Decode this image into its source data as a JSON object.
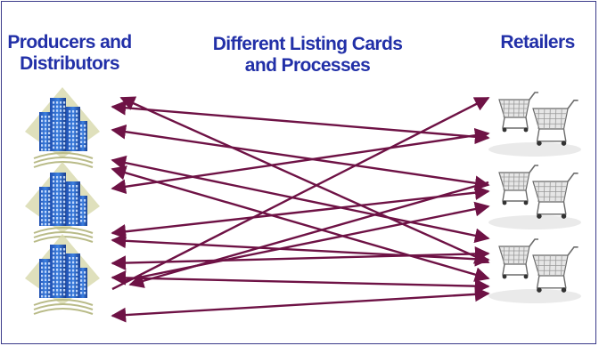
{
  "headings": {
    "left": "Producers and\nDistributors",
    "middle": "Different Listing Cards\nand Processes",
    "right": "Retailers"
  },
  "icons": {
    "producer": "office-building-icon",
    "retailer": "shopping-carts-icon"
  },
  "colors": {
    "heading": "#2230a8",
    "arrow": "#6e1245",
    "building": "#2f66c8",
    "diamond": "#d9dbb0",
    "border": "#3a3a8a"
  },
  "producers": [
    {
      "name": "producer-1"
    },
    {
      "name": "producer-2"
    },
    {
      "name": "producer-3"
    }
  ],
  "retailers": [
    {
      "name": "retailer-1"
    },
    {
      "name": "retailer-2"
    },
    {
      "name": "retailer-3"
    }
  ]
}
